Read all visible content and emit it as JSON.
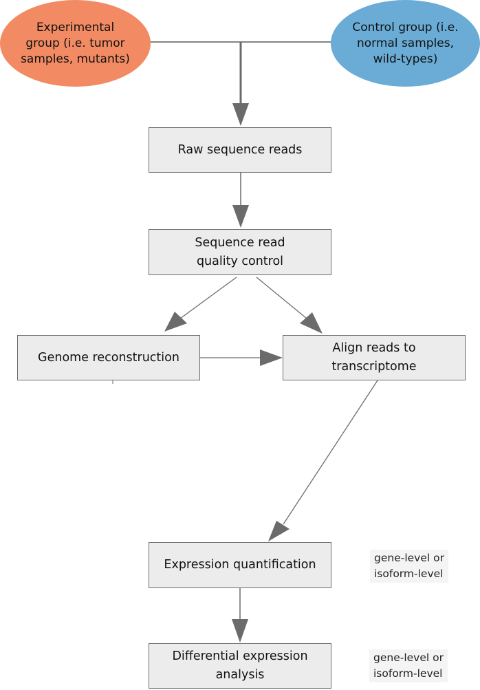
{
  "groups": {
    "experimental": "Experimental\ngroup (i.e. tumor\nsamples, mutants)",
    "control": "Control group (i.e.\nnormal samples,\nwild-types)"
  },
  "steps": {
    "raw_reads": "Raw sequence reads",
    "quality_control": "Sequence read\nquality control",
    "genome_reconstruction": "Genome reconstruction",
    "align_reads": "Align reads to\ntranscriptome",
    "expression_quantification": "Expression quantification",
    "differential_expression": "Differential expression\nanalysis"
  },
  "notes": {
    "quantification_level": "gene-level or\nisoform-level",
    "differential_level": "gene-level or\nisoform-level"
  },
  "colors": {
    "experimental": "#f28b63",
    "control": "#6aacd6",
    "box_fill": "#ececec",
    "arrow": "#6b6b6b"
  }
}
